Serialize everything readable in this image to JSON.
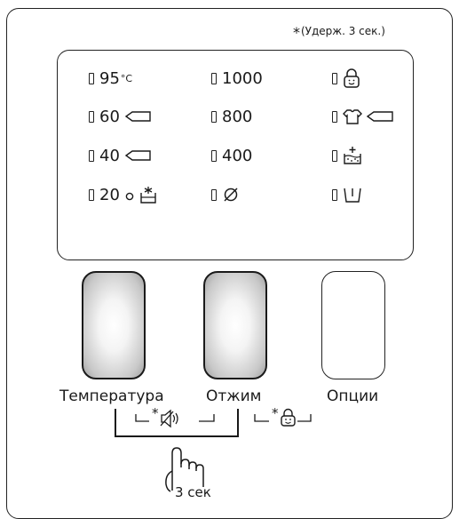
{
  "panel": {
    "hold_note": "(Удерж. 3 сек.)",
    "hold_star": "*"
  },
  "display": {
    "temperature": [
      {
        "label": "95",
        "unit": "°C",
        "icon": null
      },
      {
        "label": "60",
        "icon": "eco-bar-icon"
      },
      {
        "label": "40",
        "icon": "eco-bar-icon"
      },
      {
        "label": "20",
        "icon": "cold-wash-icon"
      }
    ],
    "spin": [
      {
        "label": "1000"
      },
      {
        "label": "800"
      },
      {
        "label": "400"
      },
      {
        "label": "",
        "icon": "no-spin-icon"
      }
    ],
    "options": [
      {
        "icon": "child-lock-icon"
      },
      {
        "icon": "shirt-bar-icon"
      },
      {
        "icon": "extra-rinse-icon"
      },
      {
        "icon": "drain-icon"
      }
    ]
  },
  "buttons": {
    "temperature_label": "Температура",
    "spin_label": "Отжим",
    "options_label": "Опции"
  },
  "combos": {
    "sound_star": "*",
    "sound_icon": "mute-sound-icon",
    "lock_star": "*",
    "lock_icon": "child-lock-icon",
    "press_note": "3 сек"
  }
}
